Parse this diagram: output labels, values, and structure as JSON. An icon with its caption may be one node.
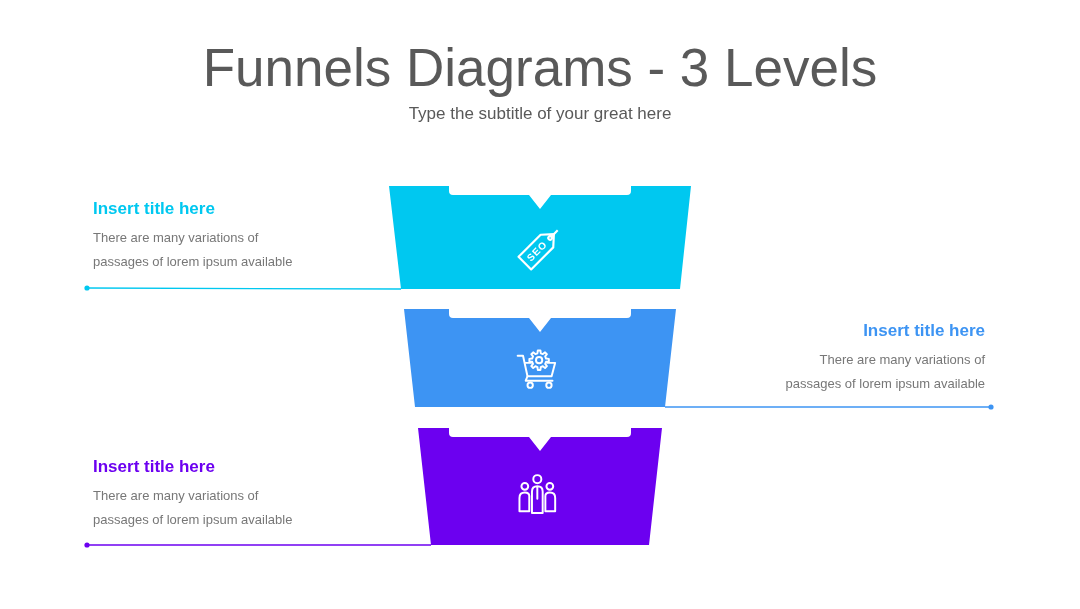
{
  "diagram": {
    "title": "Funnels Diagrams - 3 Levels",
    "nodes": [
      {
        "text": [
          "Insert title here",
          "There are many variations of passages of lorem ipsum available"
        ]
      },
      {
        "text": [],
        "shape": "trapezoid"
      },
      {
        "text": [],
        "shape": "trapezoid"
      },
      {
        "text": [
          "Insert title here",
          "There are many variations of passages of lorem ipsum available"
        ]
      },
      {
        "text": [
          "Insert title here",
          "There are many variations of passages of lorem ipsum available"
        ]
      },
      {
        "text": [],
        "shape": "trapezoid"
      }
    ],
    "edges": [
      {
        "from": 0,
        "to": 1,
        "arrow": "other",
        "color": "#00c8f0"
      },
      {
        "from": 3,
        "to": 2,
        "arrow": "other",
        "color": "#3d94f3"
      },
      {
        "from": 4,
        "to": 5,
        "arrow": "other",
        "color": "#6c00f0"
      }
    ],
    "labels": [
      "Type the subtitle of your great here",
      "SEO"
    ]
  }
}
